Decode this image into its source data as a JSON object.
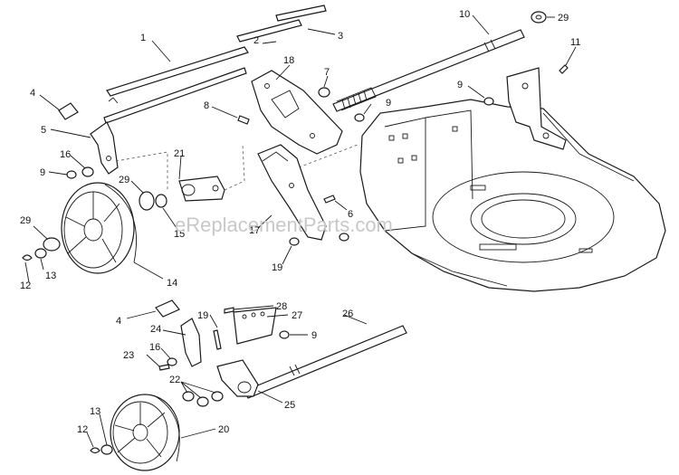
{
  "watermark": "eReplacementParts.com",
  "callouts": [
    {
      "id": "c1",
      "text": "1"
    },
    {
      "id": "c2",
      "text": "2"
    },
    {
      "id": "c3",
      "text": "3"
    },
    {
      "id": "c10",
      "text": "10"
    },
    {
      "id": "c29a",
      "text": "29"
    },
    {
      "id": "c18",
      "text": "18"
    },
    {
      "id": "c7",
      "text": "7"
    },
    {
      "id": "c11",
      "text": "11"
    },
    {
      "id": "c4a",
      "text": "4"
    },
    {
      "id": "c8",
      "text": "8"
    },
    {
      "id": "c9a",
      "text": "9"
    },
    {
      "id": "c9b",
      "text": "9"
    },
    {
      "id": "c5",
      "text": "5"
    },
    {
      "id": "c16a",
      "text": "16"
    },
    {
      "id": "c9c",
      "text": "9"
    },
    {
      "id": "c21",
      "text": "21"
    },
    {
      "id": "c29b",
      "text": "29"
    },
    {
      "id": "c15",
      "text": "15"
    },
    {
      "id": "c17",
      "text": "17"
    },
    {
      "id": "c6",
      "text": "6"
    },
    {
      "id": "c29c",
      "text": "29"
    },
    {
      "id": "c19a",
      "text": "19"
    },
    {
      "id": "c13a",
      "text": "13"
    },
    {
      "id": "c12a",
      "text": "12"
    },
    {
      "id": "c14",
      "text": "14"
    },
    {
      "id": "c28",
      "text": "28"
    },
    {
      "id": "c26",
      "text": "26"
    },
    {
      "id": "c4b",
      "text": "4"
    },
    {
      "id": "c19b",
      "text": "19"
    },
    {
      "id": "c27",
      "text": "27"
    },
    {
      "id": "c24",
      "text": "24"
    },
    {
      "id": "c9d",
      "text": "9"
    },
    {
      "id": "c23",
      "text": "23"
    },
    {
      "id": "c16b",
      "text": "16"
    },
    {
      "id": "c22",
      "text": "22"
    },
    {
      "id": "c25",
      "text": "25"
    },
    {
      "id": "c13b",
      "text": "13"
    },
    {
      "id": "c12b",
      "text": "12"
    },
    {
      "id": "c20",
      "text": "20"
    }
  ]
}
